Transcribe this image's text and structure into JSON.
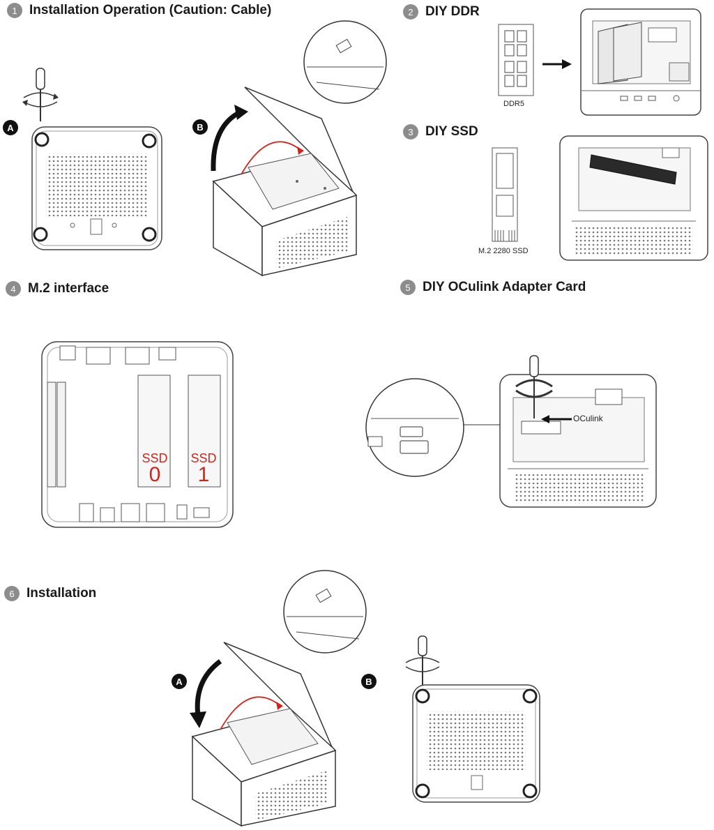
{
  "steps": [
    {
      "badge": "1",
      "title": "Installation Operation (Caution: Cable)"
    },
    {
      "badge": "2",
      "title": "DIY DDR"
    },
    {
      "badge": "3",
      "title": "DIY SSD"
    },
    {
      "badge": "4",
      "title": "M.2 interface"
    },
    {
      "badge": "5",
      "title": "DIY OCulink Adapter Card"
    },
    {
      "badge": "6",
      "title": "Installation"
    }
  ],
  "markers": {
    "a": "A",
    "b": "B"
  },
  "labels": {
    "ddr": "DDR5",
    "ssd": "M.2 2280 SSD",
    "oculink": "OCulink",
    "ssd0_a": "SSD",
    "ssd0_b": "0",
    "ssd1_a": "SSD",
    "ssd1_b": "1"
  },
  "colors": {
    "accent_red": "#d0261c",
    "badge_gray": "#8c8c8c"
  }
}
